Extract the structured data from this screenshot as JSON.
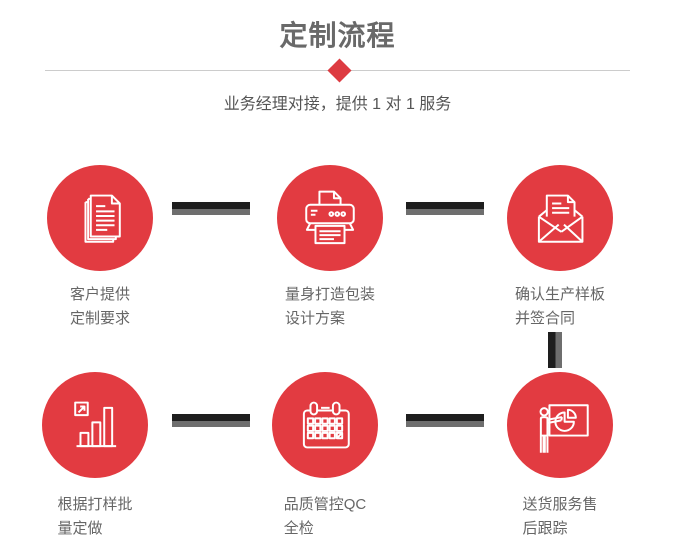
{
  "header": {
    "title": "定制流程",
    "subtitle": "业务经理对接，提供 1 对 1 服务"
  },
  "colors": {
    "accent_red": "#e23b41",
    "diamond_red": "#dd3b41",
    "title_gray": "#696969",
    "subtitle_gray": "#555555",
    "label_gray": "#666666",
    "divider_gray": "#cccccc",
    "connector_dark": "#1e1e1e",
    "connector_light": "#6e6e6e",
    "icon_stroke": "#ffffff"
  },
  "steps": [
    {
      "icon": "documents-icon",
      "label_line1": "客户提供",
      "label_line2": "定制要求"
    },
    {
      "icon": "printer-icon",
      "label_line1": "量身打造包装",
      "label_line2": "设计方案"
    },
    {
      "icon": "open-envelope-icon",
      "label_line1": "确认生产样板",
      "label_line2": "并签合同"
    },
    {
      "icon": "bar-chart-icon",
      "label_line1": "根据打样批",
      "label_line2": "量定做"
    },
    {
      "icon": "calendar-icon",
      "label_line1": "品质管控QC",
      "label_line2": "全检"
    },
    {
      "icon": "presentation-icon",
      "label_line1": "送货服务售",
      "label_line2": "后跟踪"
    }
  ]
}
